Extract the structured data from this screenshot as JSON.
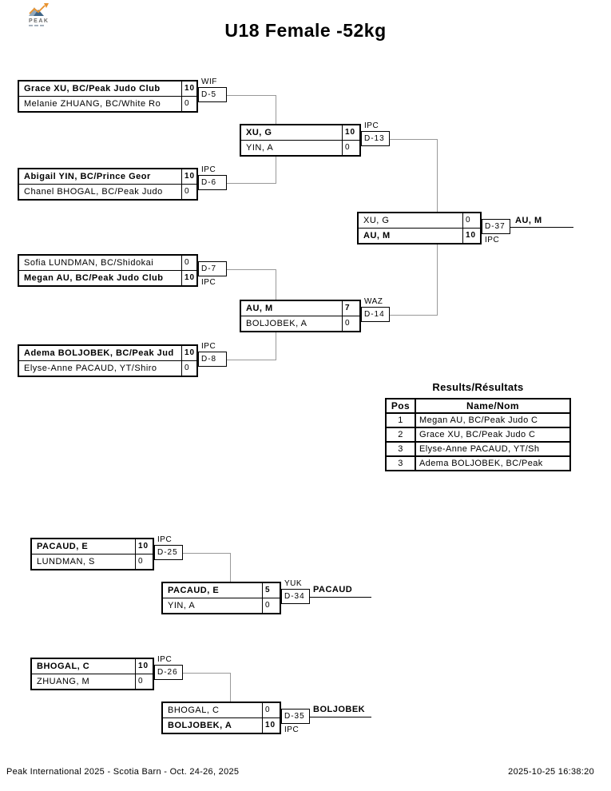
{
  "header": {
    "title": "U18 Female -52kg",
    "logo_text": "PEAK"
  },
  "matches": [
    {
      "code": "D-5",
      "win_type": "WIF",
      "top": {
        "name": "Grace XU, BC/Peak Judo Club",
        "score": "10",
        "bold": true
      },
      "bottom": {
        "name": "Melanie ZHUANG, BC/White Ro",
        "score": "0",
        "bold": false
      }
    },
    {
      "code": "D-6",
      "win_type": "IPC",
      "top": {
        "name": "Abigail YIN, BC/Prince Geor",
        "score": "10",
        "bold": true
      },
      "bottom": {
        "name": "Chanel BHOGAL, BC/Peak Judo",
        "score": "0",
        "bold": false
      }
    },
    {
      "code": "D-7",
      "win_type": "IPC",
      "top": {
        "name": "Sofia LUNDMAN, BC/Shidokai",
        "score": "0",
        "bold": false
      },
      "bottom": {
        "name": "Megan AU, BC/Peak Judo Club",
        "score": "10",
        "bold": true
      }
    },
    {
      "code": "D-8",
      "win_type": "IPC",
      "top": {
        "name": "Adema BOLJOBEK, BC/Peak Jud",
        "score": "10",
        "bold": true
      },
      "bottom": {
        "name": "Elyse-Anne PACAUD, YT/Shiro",
        "score": "0",
        "bold": false
      }
    },
    {
      "code": "D-13",
      "win_type": "IPC",
      "top": {
        "name": "XU, G",
        "score": "10",
        "bold": true
      },
      "bottom": {
        "name": "YIN, A",
        "score": "0",
        "bold": false
      }
    },
    {
      "code": "D-14",
      "win_type": "WAZ",
      "top": {
        "name": "AU, M",
        "score": "7",
        "bold": true
      },
      "bottom": {
        "name": "BOLJOBEK, A",
        "score": "0",
        "bold": false
      }
    },
    {
      "code": "D-37",
      "win_type": "IPC",
      "winner_label": "AU, M",
      "top": {
        "name": "XU, G",
        "score": "0",
        "bold": false
      },
      "bottom": {
        "name": "AU, M",
        "score": "10",
        "bold": true
      }
    },
    {
      "code": "D-25",
      "win_type": "IPC",
      "top": {
        "name": "PACAUD, E",
        "score": "10",
        "bold": true
      },
      "bottom": {
        "name": "LUNDMAN, S",
        "score": "0",
        "bold": false
      }
    },
    {
      "code": "D-34",
      "win_type": "YUK",
      "winner_label": "PACAUD",
      "top": {
        "name": "PACAUD, E",
        "score": "5",
        "bold": true
      },
      "bottom": {
        "name": "YIN, A",
        "score": "0",
        "bold": false
      }
    },
    {
      "code": "D-26",
      "win_type": "IPC",
      "top": {
        "name": "BHOGAL, C",
        "score": "10",
        "bold": true
      },
      "bottom": {
        "name": "ZHUANG, M",
        "score": "0",
        "bold": false
      }
    },
    {
      "code": "D-35",
      "win_type": "IPC",
      "winner_label": "BOLJOBEK",
      "top": {
        "name": "BHOGAL, C",
        "score": "0",
        "bold": false
      },
      "bottom": {
        "name": "BOLJOBEK, A",
        "score": "10",
        "bold": true
      }
    }
  ],
  "results": {
    "title": "Results/Résultats",
    "headers": [
      "Pos",
      "Name/Nom"
    ],
    "rows": [
      {
        "pos": "1",
        "name": "Megan AU, BC/Peak Judo C"
      },
      {
        "pos": "2",
        "name": "Grace XU, BC/Peak Judo C"
      },
      {
        "pos": "3",
        "name": "Elyse-Anne PACAUD, YT/Sh"
      },
      {
        "pos": "3",
        "name": "Adema BOLJOBEK, BC/Peak"
      }
    ]
  },
  "footer": {
    "left": "Peak International 2025 - Scotia Barn - Oct. 24-26, 2025",
    "right": "2025-10-25 16:38:20"
  }
}
